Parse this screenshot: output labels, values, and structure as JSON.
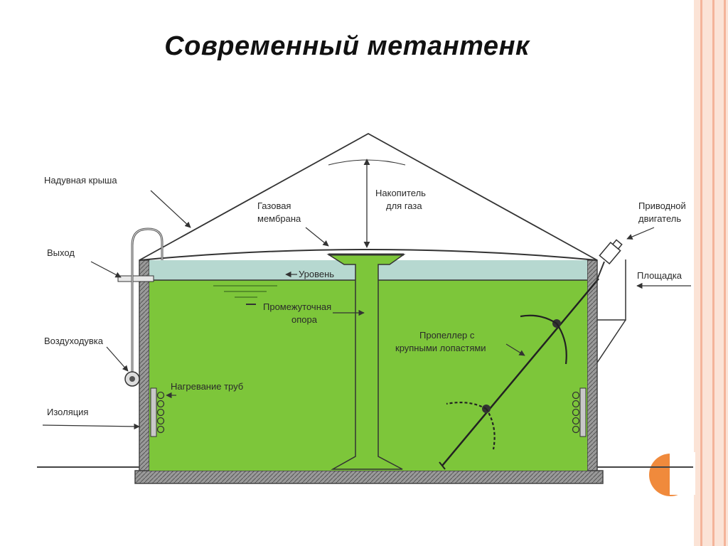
{
  "slide": {
    "title": "Современный метантенк"
  },
  "colors": {
    "slurry": "#7dc63a",
    "gas_layer": "#b6d8d0",
    "wall": "#7a7a7a",
    "line": "#333333",
    "accent": "#f08a3c",
    "deco": "#f4b49a"
  },
  "labels": {
    "inflatable_roof": "Надувная крыша",
    "gas_membrane_line1": "Газовая",
    "gas_membrane_line2": "мембрана",
    "gas_storage_line1": "Накопитель",
    "gas_storage_line2": "для газа",
    "drive_motor_line1": "Приводной",
    "drive_motor_line2": "двигатель",
    "outlet": "Выход",
    "level": "Уровень",
    "platform": "Площадка",
    "support_line1": "Промежуточная",
    "support_line2": "опора",
    "propeller_line1": "Пропеллер с",
    "propeller_line2": "крупными лопастями",
    "blower": "Воздуходувка",
    "pipe_heating": "Нагревание труб",
    "insulation": "Изоляция"
  }
}
